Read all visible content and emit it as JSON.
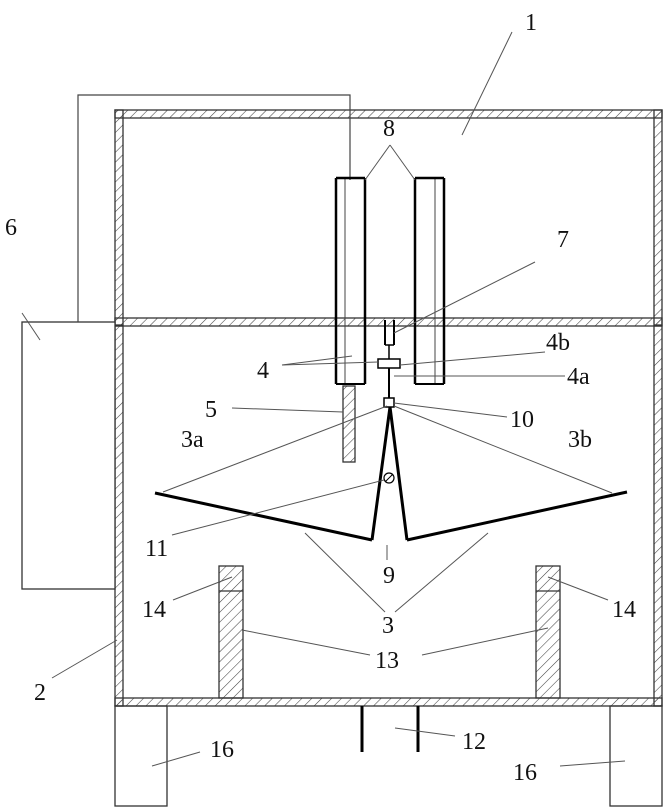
{
  "labels": {
    "l1": "1",
    "l2": "2",
    "l3": "3",
    "l3a": "3a",
    "l3b": "3b",
    "l4": "4",
    "l4a": "4a",
    "l4b": "4b",
    "l5": "5",
    "l6": "6",
    "l7": "7",
    "l8": "8",
    "l9": "9",
    "l10": "10",
    "l11": "11",
    "l12": "12",
    "l13": "13",
    "l14a": "14",
    "l14b": "14",
    "l16a": "16",
    "l16b": "16"
  },
  "colors": {
    "line": "#333333",
    "hatch": "#444444",
    "background": "#ffffff"
  }
}
